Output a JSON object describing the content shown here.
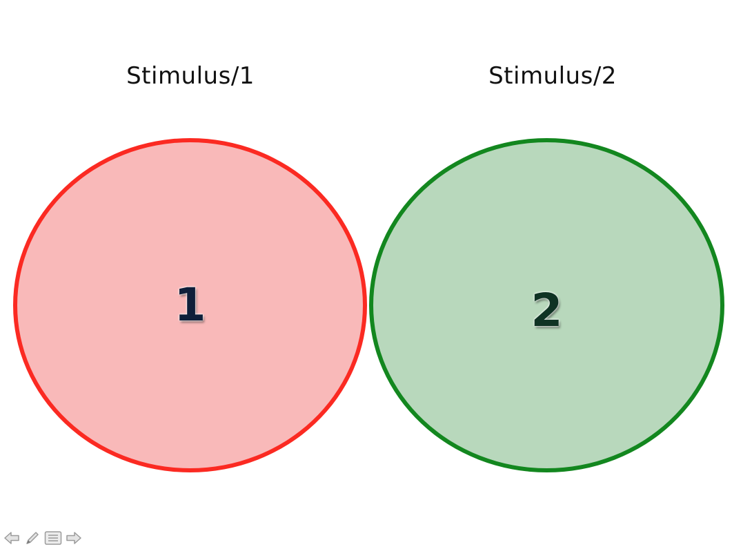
{
  "stimuli": [
    {
      "label": "Stimulus/1",
      "number": "1",
      "fill": "#f9b9b9",
      "stroke": "#fb2a22",
      "number_color": "#0f1f3a"
    },
    {
      "label": "Stimulus/2",
      "number": "2",
      "fill": "#b8d8bc",
      "stroke": "#13871f",
      "number_color": "#0f3324"
    }
  ],
  "nav": {
    "icons": [
      "arrow-left-icon",
      "pen-icon",
      "menu-icon",
      "arrow-right-icon"
    ],
    "icon_color": "#9a9a9a"
  }
}
